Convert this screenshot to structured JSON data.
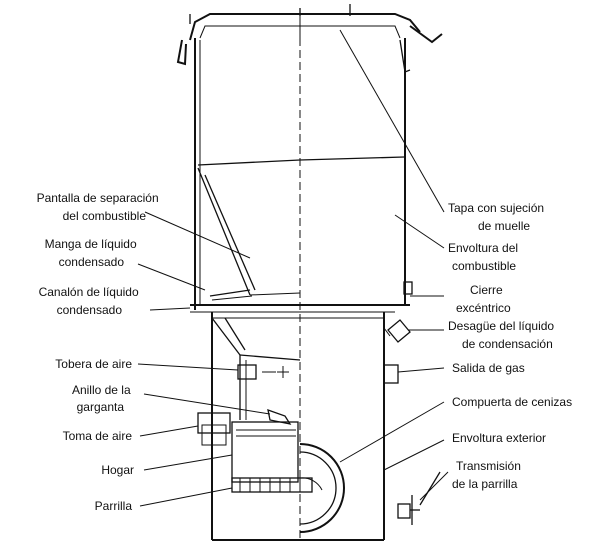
{
  "diagram": {
    "labels_left": [
      {
        "id": "pantalla",
        "lines": [
          "Pantalla de separación",
          "del combustible"
        ]
      },
      {
        "id": "manga",
        "lines": [
          "Manga de líquido",
          "condensado"
        ]
      },
      {
        "id": "canalon",
        "lines": [
          "Canalón de líquido",
          "condensado"
        ]
      },
      {
        "id": "tobera",
        "lines": [
          "Tobera de aire"
        ]
      },
      {
        "id": "anillo",
        "lines": [
          "Anillo de la",
          "garganta"
        ]
      },
      {
        "id": "toma",
        "lines": [
          "Toma de aire"
        ]
      },
      {
        "id": "hogar",
        "lines": [
          "Hogar"
        ]
      },
      {
        "id": "parrilla",
        "lines": [
          "Parrilla"
        ]
      }
    ],
    "labels_right": [
      {
        "id": "tapa",
        "lines": [
          "Tapa con sujeción",
          "de muelle"
        ]
      },
      {
        "id": "envoltura-comb",
        "lines": [
          "Envoltura del",
          "combustible"
        ]
      },
      {
        "id": "cierre",
        "lines": [
          "Cierre",
          "excéntrico"
        ]
      },
      {
        "id": "desague",
        "lines": [
          "Desagüe del líquido",
          "de condensación"
        ]
      },
      {
        "id": "salida",
        "lines": [
          "Salida de gas"
        ]
      },
      {
        "id": "compuerta",
        "lines": [
          "Compuerta de cenizas"
        ]
      },
      {
        "id": "envoltura-ext",
        "lines": [
          "Envoltura exterior"
        ]
      },
      {
        "id": "transmision",
        "lines": [
          "Transmisión",
          "de la parrilla"
        ]
      }
    ]
  }
}
